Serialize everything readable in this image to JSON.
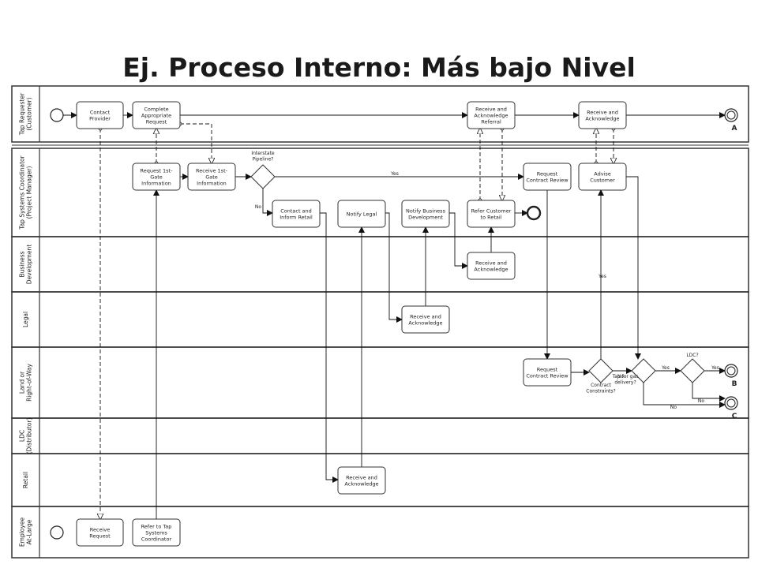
{
  "title": "Ej. Proceso Interno: Más bajo Nivel",
  "lanes": [
    {
      "id": "tap-requester",
      "label": [
        "Tap Requester",
        "(Customer)"
      ]
    },
    {
      "id": "tap-systems-coordinator",
      "label": [
        "Tap Systems Coordinator",
        "(Project Manager)"
      ]
    },
    {
      "id": "business-development",
      "label": [
        "Business",
        "Development"
      ]
    },
    {
      "id": "legal",
      "label": [
        "Legal"
      ]
    },
    {
      "id": "land-row",
      "label": [
        "Land or",
        "Right-of-Way"
      ]
    },
    {
      "id": "ldc",
      "label": [
        "LDC",
        "(Distributor)"
      ]
    },
    {
      "id": "retail",
      "label": [
        "Retail"
      ]
    },
    {
      "id": "employee-at-large",
      "label": [
        "Employee",
        "At-Large"
      ]
    }
  ],
  "tasks": [
    {
      "id": "contact-provider",
      "lines": [
        "Contact",
        "Provider"
      ]
    },
    {
      "id": "complete-request",
      "lines": [
        "Complete",
        "Appropriate",
        "Request"
      ]
    },
    {
      "id": "receive-ack-referral",
      "lines": [
        "Receive and",
        "Acknowledge",
        "Referral"
      ]
    },
    {
      "id": "receive-ack-top",
      "lines": [
        "Receive and",
        "Acknowledge"
      ]
    },
    {
      "id": "request-gate-info",
      "lines": [
        "Request 1st-",
        "Gate",
        "Information"
      ]
    },
    {
      "id": "receive-gate-info",
      "lines": [
        "Receive 1st-",
        "Gate",
        "Information"
      ]
    },
    {
      "id": "request-contract-review-pm",
      "lines": [
        "Request",
        "Contract Review"
      ]
    },
    {
      "id": "advise-customer",
      "lines": [
        "Advise",
        "Customer"
      ]
    },
    {
      "id": "contact-inform-retail",
      "lines": [
        "Contact and",
        "Inform Retail"
      ]
    },
    {
      "id": "notify-legal",
      "lines": [
        "Notify Legal"
      ]
    },
    {
      "id": "notify-bd",
      "lines": [
        "Notify Business",
        "Development"
      ]
    },
    {
      "id": "refer-customer-retail",
      "lines": [
        "Refer Customer",
        "to Retail"
      ]
    },
    {
      "id": "receive-ack-bd",
      "lines": [
        "Receive and",
        "Acknowledge"
      ]
    },
    {
      "id": "receive-ack-legal",
      "lines": [
        "Receive and",
        "Acknowledge"
      ]
    },
    {
      "id": "request-contract-review-land",
      "lines": [
        "Request",
        "Contract Review"
      ]
    },
    {
      "id": "receive-ack-retail",
      "lines": [
        "Receive and",
        "Acknowledge"
      ]
    },
    {
      "id": "receive-request",
      "lines": [
        "Receive",
        "Request"
      ]
    },
    {
      "id": "refer-tap-coordinator",
      "lines": [
        "Refer to Tap",
        "Systems",
        "Coordinator"
      ]
    }
  ],
  "gateways": [
    {
      "id": "interstate-pipeline",
      "label": [
        "Interstate",
        "Pipeline?"
      ]
    },
    {
      "id": "contract-constraints",
      "label": [
        "Contract",
        "Constraints?"
      ]
    },
    {
      "id": "tap-for-gas",
      "label": [
        "Tap for gas",
        "delivery?"
      ]
    },
    {
      "id": "ldc-gateway",
      "label": [
        "LDC?"
      ]
    }
  ],
  "end_labels": {
    "a": "A",
    "b": "B",
    "c": "C"
  },
  "flow_labels": {
    "interstate_yes": "Yes",
    "interstate_no": "No",
    "advise_yes": "Yes",
    "contract_no": "No",
    "tap_yes": "Yes",
    "ldc_yes": "Yes",
    "ldc_no": "No",
    "tap_no": "No"
  }
}
